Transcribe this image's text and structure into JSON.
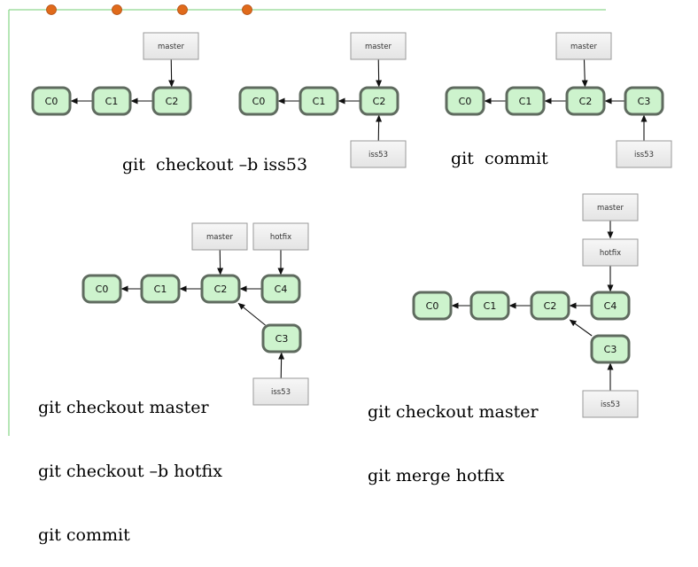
{
  "colors": {
    "frame_line": "#8fd88f",
    "bullet": "#e06a1b",
    "node_fill": "#cdf3cd",
    "node_stroke": "#5f6b5f",
    "ref_fill": "#efefef",
    "ref_stroke": "#9a9a9a",
    "arrow": "#111111"
  },
  "diagrams": [
    {
      "commits": [
        "C0",
        "C1",
        "C2"
      ],
      "refs": [
        "master"
      ]
    },
    {
      "commits": [
        "C0",
        "C1",
        "C2"
      ],
      "refs": [
        "master",
        "iss53"
      ]
    },
    {
      "commits": [
        "C0",
        "C1",
        "C2",
        "C3"
      ],
      "refs": [
        "master",
        "iss53"
      ]
    },
    {
      "commits": [
        "C0",
        "C1",
        "C2",
        "C4",
        "C3"
      ],
      "refs": [
        "master",
        "hotfix",
        "iss53"
      ]
    },
    {
      "commits": [
        "C0",
        "C1",
        "C2",
        "C4",
        "C3"
      ],
      "refs": [
        "master",
        "hotfix",
        "iss53"
      ]
    }
  ],
  "captions": [
    "git  checkout –b iss53",
    "git  commit",
    "git checkout master",
    "git checkout –b hotfix",
    "git commit",
    "git checkout master",
    "git merge hotfix"
  ]
}
